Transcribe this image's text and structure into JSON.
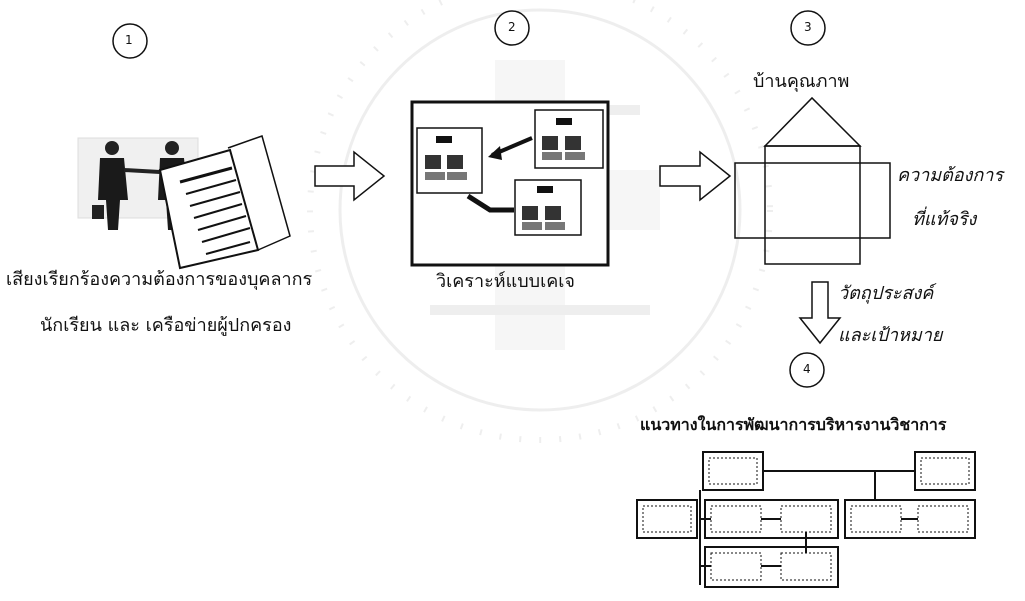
{
  "steps": [
    {
      "number": "1",
      "caption_lines": [
        "เสียงเรียกร้องความต้องการของบุคลากร",
        "นักเรียน และ เครือข่ายผู้ปกครอง"
      ]
    },
    {
      "number": "2",
      "caption_lines": [
        "วิเคราะห์แบบเคเจ"
      ]
    },
    {
      "number": "3",
      "title": "บ้านคุณภาพ",
      "side_label_lines": [
        "ความต้องการ",
        "ที่แท้จริง"
      ],
      "down_label_lines": [
        "วัตถุประสงค์",
        "และเป้าหมาย"
      ]
    },
    {
      "number": "4",
      "title": "แนวทางในการพัฒนาการบริหารงานวิชาการ"
    }
  ],
  "colors": {
    "ink": "#111111",
    "watermark": "#d9d9d9",
    "panel_line": "#000000"
  },
  "icons": [
    "business-people-icon",
    "document-icon",
    "kj-analysis-icon",
    "quality-house-icon",
    "org-chart-icon"
  ]
}
